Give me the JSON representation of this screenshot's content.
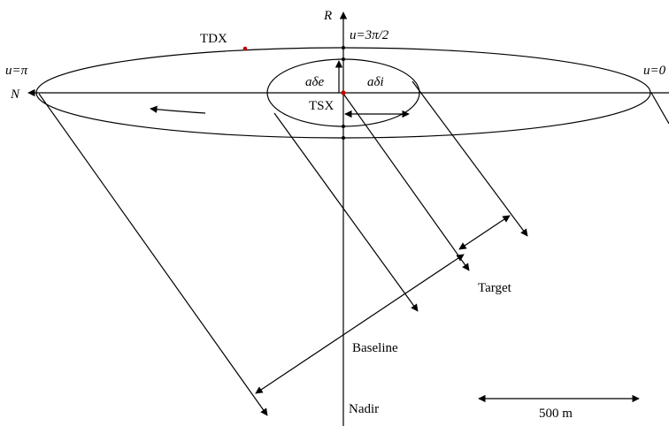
{
  "labels": {
    "axis_r": "R",
    "axis_n": "N",
    "u_top": "u=3π/2",
    "u_left": "u=π",
    "u_right": "u=0",
    "tdx": "TDX",
    "tsx": "TSX",
    "a_delta_e": "aδe",
    "a_delta_i": "aδi",
    "target": "Target",
    "baseline": "Baseline",
    "nadir": "Nadir",
    "scale_bar": "500 m"
  },
  "colors": {
    "line": "#000000",
    "satellite_point": "#c00000"
  }
}
